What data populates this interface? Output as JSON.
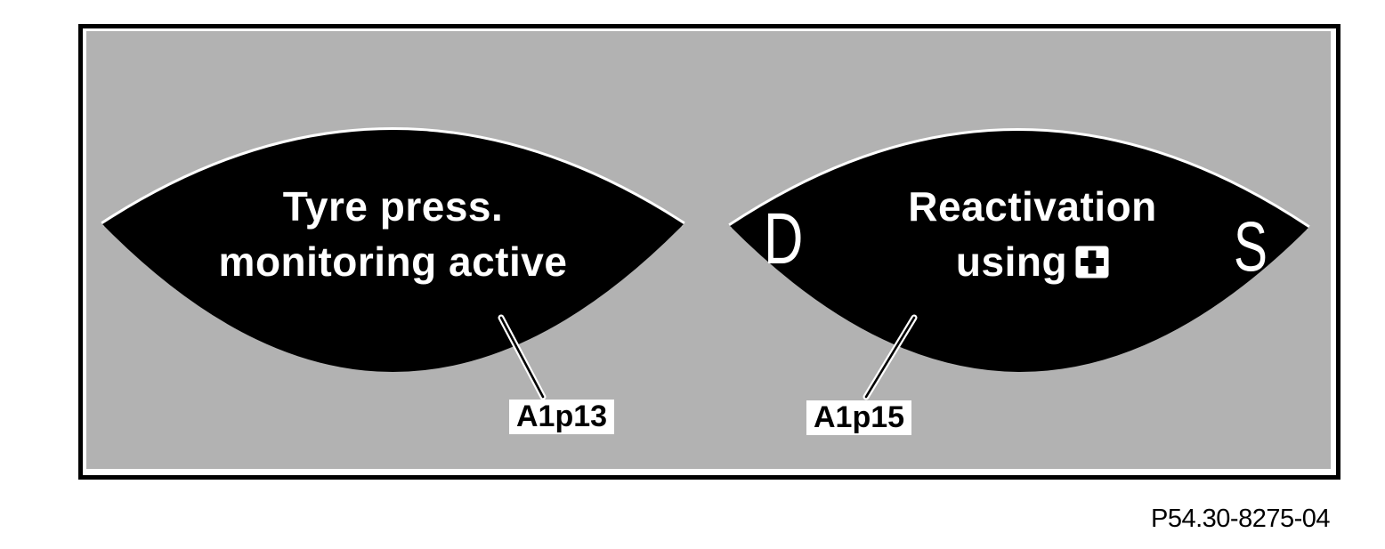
{
  "figure": {
    "left_display": {
      "line1": "Tyre press.",
      "line2": "monitoring active",
      "label": "A1p13"
    },
    "right_display": {
      "line1": "Reactivation",
      "line2_prefix": "using",
      "plus_icon": "plus-button-icon",
      "left_letter": "D",
      "right_letter": "S",
      "label": "A1p15"
    },
    "reference_number": "P54.30-8275-04",
    "colors": {
      "page_background": "#ffffff",
      "panel_fill": "#b2b2b2",
      "panel_border": "#000000",
      "display_fill": "#000000",
      "display_text": "#ffffff",
      "label_background": "#ffffff",
      "label_text": "#000000"
    }
  }
}
